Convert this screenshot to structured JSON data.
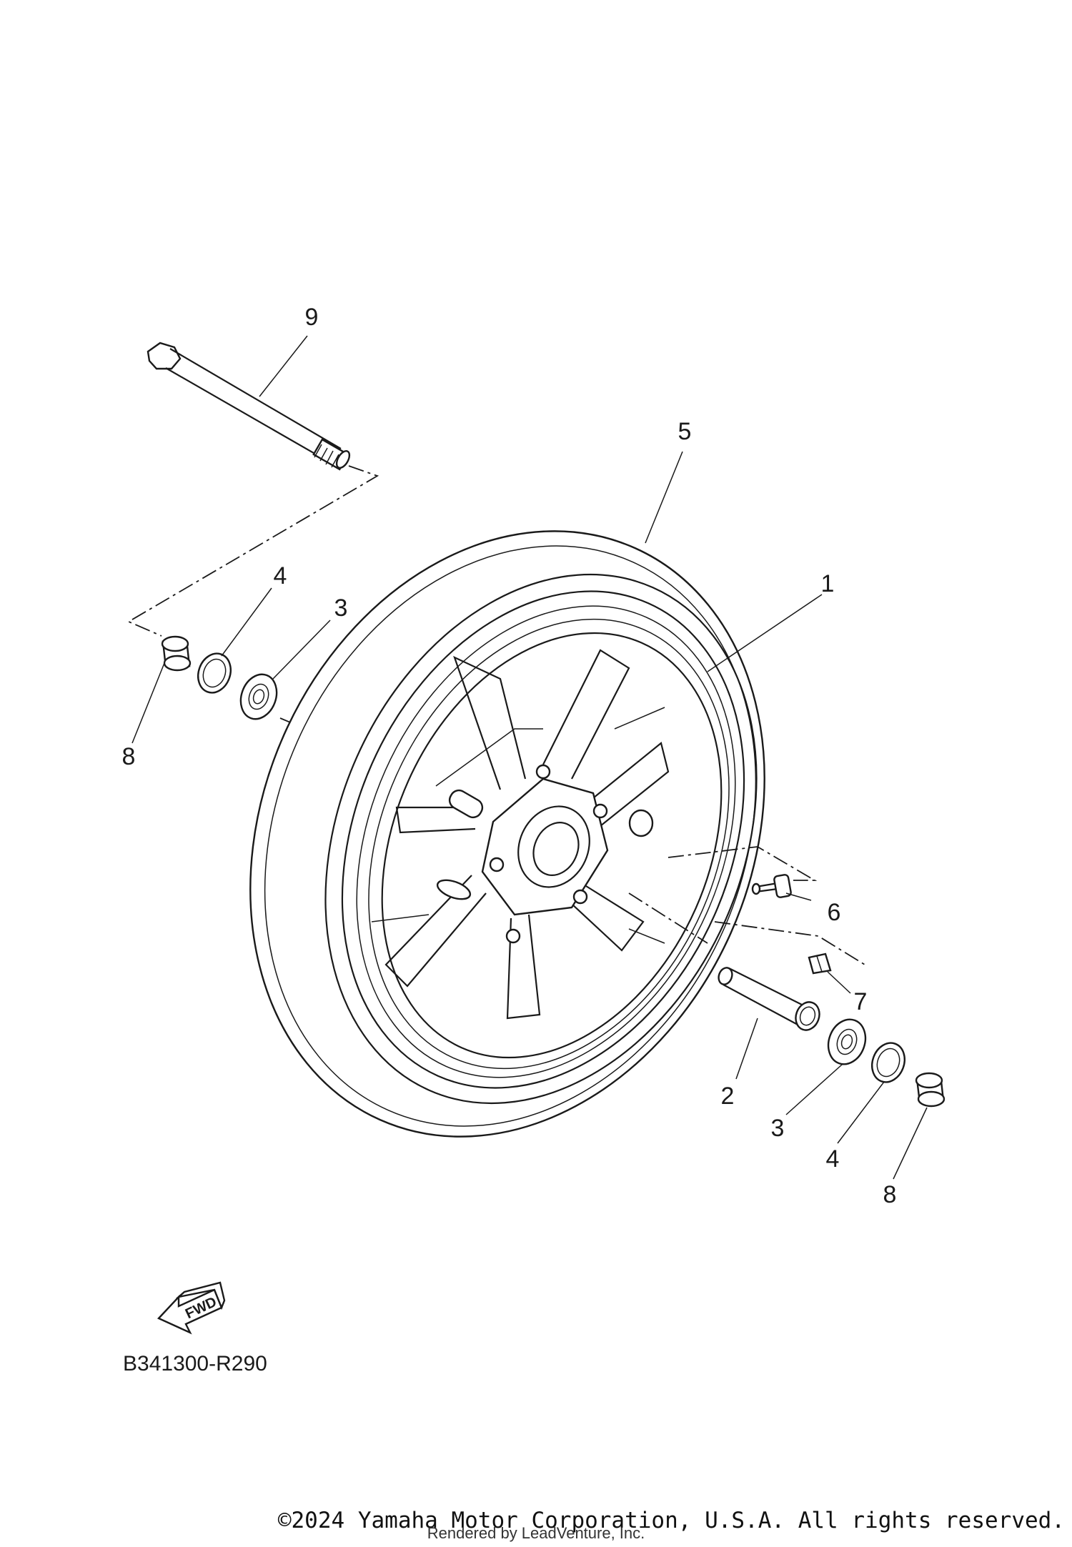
{
  "callouts": [
    {
      "id": "label-9",
      "text": "9"
    },
    {
      "id": "label-5",
      "text": "5"
    },
    {
      "id": "label-1",
      "text": "1"
    },
    {
      "id": "label-4-left",
      "text": "4"
    },
    {
      "id": "label-3-left",
      "text": "3"
    },
    {
      "id": "label-8-left",
      "text": "8"
    },
    {
      "id": "label-6",
      "text": "6"
    },
    {
      "id": "label-7",
      "text": "7"
    },
    {
      "id": "label-2",
      "text": "2"
    },
    {
      "id": "label-3-right",
      "text": "3"
    },
    {
      "id": "label-4-right",
      "text": "4"
    },
    {
      "id": "label-8-right",
      "text": "8"
    }
  ],
  "fwd_arrow_text": "FWD",
  "diagram_code": "B341300-R290",
  "footer": {
    "copyright": "©2024 Yamaha Motor Corporation, U.S.A. All rights reserved.",
    "rendered_by": "Rendered by LeadVenture, Inc."
  }
}
